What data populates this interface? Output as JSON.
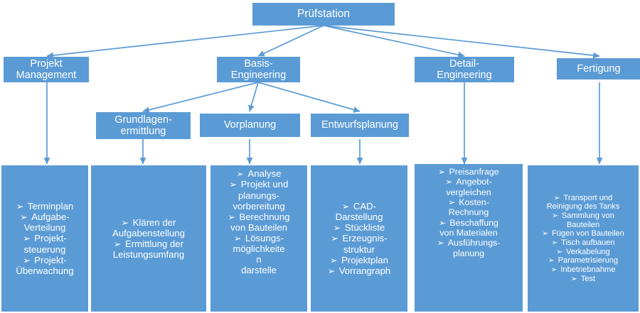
{
  "diagram": {
    "title_node": {
      "label": "Prüfstation"
    },
    "level2": [
      {
        "label": "Projekt\nManagement"
      },
      {
        "label": "Basis-\nEngineering"
      },
      {
        "label": "Detail-\nEngineering"
      },
      {
        "label": "Fertigung"
      }
    ],
    "level3": [
      {
        "label": "Grundlagen-\nermittlung"
      },
      {
        "label": "Vorplanung"
      },
      {
        "label": "Entwurfsplanung"
      }
    ],
    "leaf_columns": [
      {
        "name": "projekt-management-tasks",
        "items": [
          "Terminplan",
          "Aufgabe-\nVerteilung",
          "Projekt-\nsteuerung",
          "Projekt-\nÜberwachung"
        ]
      },
      {
        "name": "grundlagenermittlung-tasks",
        "items": [
          "Klären der\nAufgabenstellung",
          "Ermittlung der\nLeistungsumfang"
        ]
      },
      {
        "name": "vorplanung-tasks",
        "items": [
          "Analyse",
          "Projekt und\nplanungs-\nvorbereitung",
          "Berechnung\nvon Bauteilen",
          "Lösungs-\nmöglichkeite\nn\ndarstelle"
        ]
      },
      {
        "name": "entwurfsplanung-tasks",
        "items": [
          "CAD-\nDarstellung",
          "Stückliste",
          "Erzeugnis-\nstruktur",
          "Projektplan",
          "Vorrangraph"
        ]
      },
      {
        "name": "detail-engineering-tasks",
        "items": [
          "Preisanfrage",
          "Angebot-\nvergleichen",
          "Kosten-\nRechnung",
          "Beschaffung\nvon Materialen",
          "Ausführungs-\nplanung"
        ]
      },
      {
        "name": "fertigung-tasks",
        "items": [
          "Transport und\nReinigung des Tanks",
          "Sammlung von\nBauteilen",
          "Fügen von Bauteilen",
          "Tisch aufbauen",
          "Verkabelung",
          "Parametrisierung",
          "Inbetriebnahme",
          "Test"
        ]
      }
    ],
    "bullet_glyph": "➢",
    "colors": {
      "node_fill": "#5B9BD5",
      "connector": "#5B9BD5",
      "text": "#FFFFFF"
    }
  }
}
